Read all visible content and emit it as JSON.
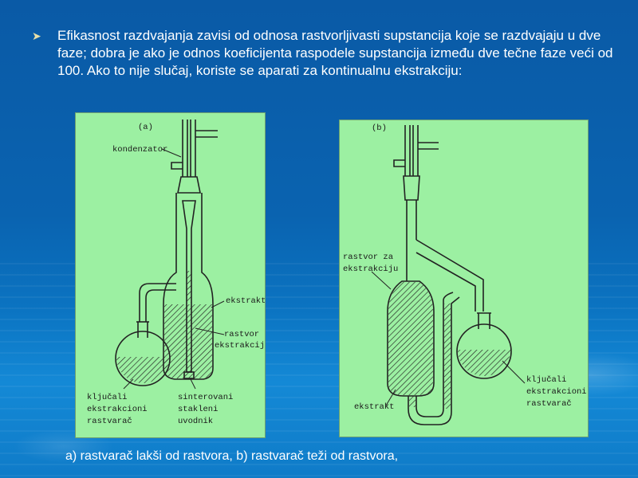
{
  "bullet": {
    "marker_icon": "arrow-bullet-icon",
    "text": "Efikasnost razdvajanja zavisi od odnosa  rastvorljivasti supstancija koje se razdvajaju u dve faze; dobra je ako je odnos koeficijenta raspodele supstancija između dve tečne faze veći od 100. Ako to nije slučaj, koriste se aparati za kontinualnu ekstrakciju:"
  },
  "figure_a": {
    "tag": "(a)",
    "labels": {
      "condenser": "kondenzator",
      "extract": "ekstrakt",
      "solution_line1": "rastvor z",
      "solution_line2": "ekstrakcij",
      "boiling_line1": "ključali",
      "boiling_line2": "ekstrakcioni",
      "boiling_line3": "rastvarač",
      "sinter_line1": "sinterovani",
      "sinter_line2": "stakleni",
      "sinter_line3": "uvodnik"
    }
  },
  "figure_b": {
    "tag": "(b)",
    "labels": {
      "solution_line1": "rastvor za",
      "solution_line2": "ekstrakciju",
      "extract": "ekstrakt",
      "boiling_line1": "ključali",
      "boiling_line2": "ekstrakcioni",
      "boiling_line3": "rastvarač"
    }
  },
  "caption": "a) rastvarač lakši od rastvora, b) rastvarač teži od rastvora,",
  "colors": {
    "panel_bg": "#9cf0a2",
    "text": "#ffffff",
    "bullet": "#e8e0a8"
  }
}
